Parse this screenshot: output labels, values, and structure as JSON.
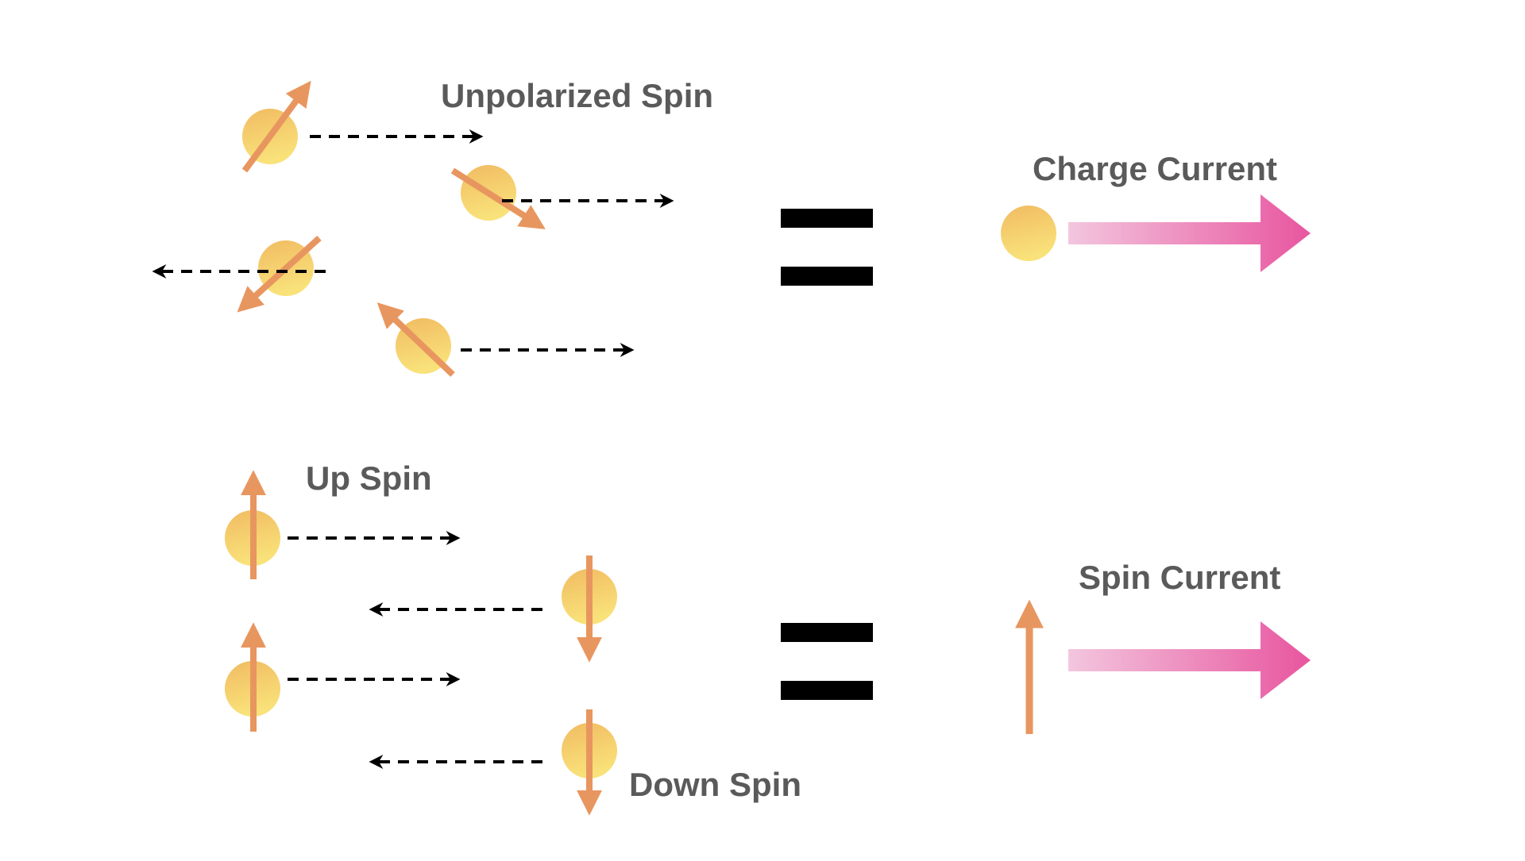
{
  "labels": {
    "unpolarized_spin": "Unpolarized Spin",
    "charge_current": "Charge Current",
    "up_spin": "Up Spin",
    "spin_current": "Spin Current",
    "down_spin": "Down Spin"
  },
  "colors": {
    "text": "#5a5a5a",
    "spin_arrow": "#e8965f",
    "electron_light": "#f9e27a",
    "electron_dark": "#f1bb62",
    "current_arrow_start": "#f3c6de",
    "current_arrow_end": "#e8559f",
    "equals_sign": "#000000",
    "dashed_arrow": "#000000"
  }
}
